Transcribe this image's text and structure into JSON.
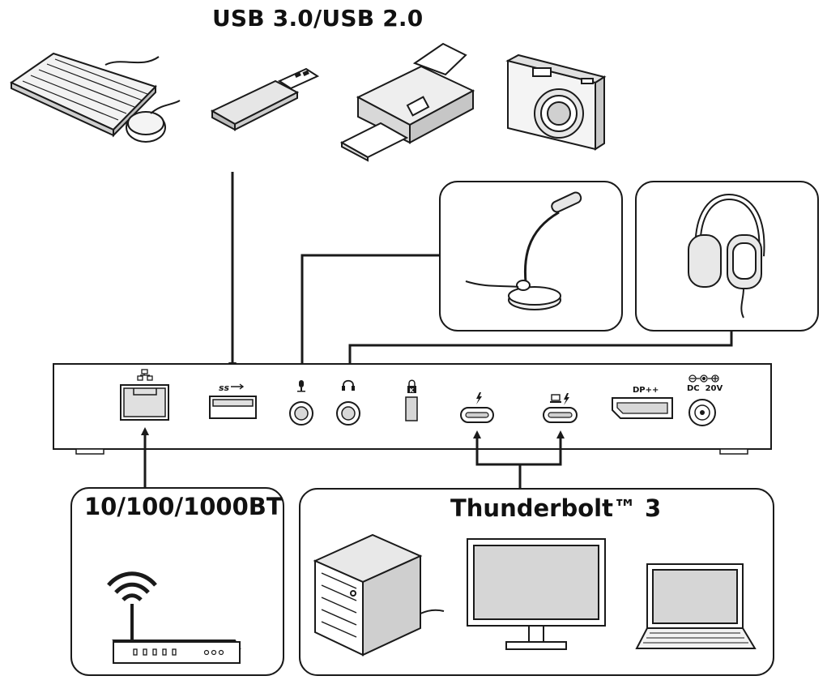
{
  "usb_group": {
    "heading": "USB 3.0/USB 2.0",
    "devices": [
      "keyboard-and-mouse",
      "usb-flash-drive",
      "printer",
      "camera"
    ]
  },
  "audio_group": {
    "devices": [
      "microphone",
      "headset"
    ]
  },
  "dock": {
    "ports": [
      {
        "id": "ethernet",
        "icon": "network-icon"
      },
      {
        "id": "usb-a",
        "icon": "superspeed-usb-icon"
      },
      {
        "id": "mic-jack",
        "icon": "microphone-icon"
      },
      {
        "id": "headphone-jack",
        "icon": "headphones-icon"
      },
      {
        "id": "kensington-lock",
        "icon": "lock-icon"
      },
      {
        "id": "thunderbolt-port-1",
        "icon": "thunderbolt-icon"
      },
      {
        "id": "thunderbolt-port-2",
        "icon": "laptop-thunderbolt-icon"
      },
      {
        "id": "displayport",
        "label": "DP++"
      },
      {
        "id": "dc-in",
        "label": "DC  20V"
      }
    ]
  },
  "ethernet_group": {
    "heading": "10/100/1000BT",
    "devices": [
      "wifi-router"
    ]
  },
  "thunderbolt_group": {
    "heading": "Thunderbolt™ 3",
    "devices": [
      "desktop-tower",
      "monitor",
      "laptop"
    ]
  },
  "colors": {
    "stroke": "#1a1a1a",
    "fill_light": "#e8e8e8",
    "screen": "#d6d6d6",
    "background": "#ffffff"
  }
}
